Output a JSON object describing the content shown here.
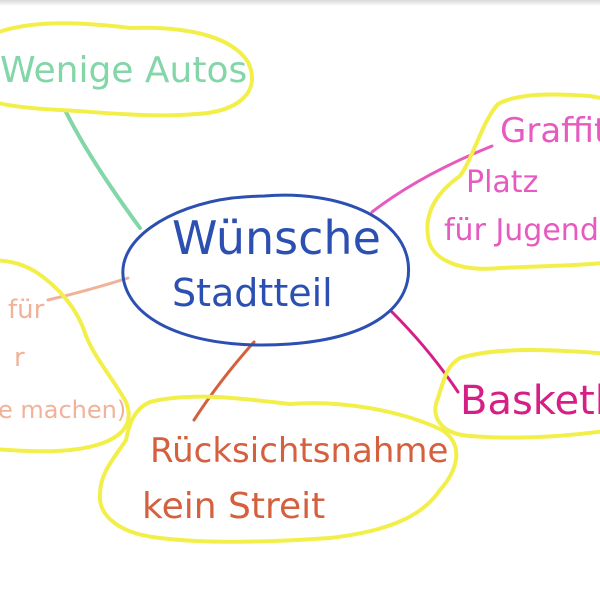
{
  "center": {
    "line1": "Wünsche",
    "line2": "Stadtteil",
    "color": "#2c4fb2"
  },
  "branches": {
    "autos": {
      "text": "Wenige Autos",
      "color": "#82d6a7"
    },
    "graffiti": {
      "line1": "Graffiti",
      "line2": "Platz",
      "line3": "für Jugend",
      "color": "#e65bc0"
    },
    "basketball": {
      "text": "Basketball",
      "color": "#d61f86"
    },
    "ruecksicht": {
      "line1": "Rücksichtsnahme",
      "line2": "kein Streit",
      "color": "#d5603e"
    },
    "links": {
      "line1": "für",
      "line2": "r",
      "line3": "e machen)",
      "color": "#f0b39a"
    }
  },
  "cloud_color": "#f3ef4a"
}
